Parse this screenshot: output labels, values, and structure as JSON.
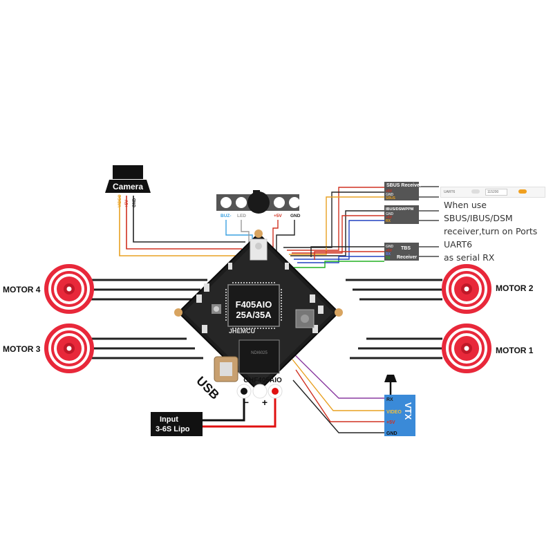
{
  "colors": {
    "video": "#e8a020",
    "plus5v": "#d03020",
    "gnd": "#222222",
    "buz": "#3aa0e0",
    "led": "#9a9a9a",
    "rx_purple": "#8a3aa0",
    "tbs_blue": "#2040c0",
    "green": "#20b020",
    "motor_red": "#e8283a",
    "vtx_blue": "#3a8ad8",
    "lipo_red": "#e01010"
  },
  "camera": {
    "label": "Camera",
    "pins": [
      "VIDEO",
      "+5V",
      "GND"
    ]
  },
  "buzzer_led": {
    "pins": [
      "BUZ-",
      "LED",
      "+5V",
      "GND"
    ]
  },
  "board": {
    "title_line1": "F405AIO",
    "title_line2": "25A/35A",
    "brand": "JHEMCU",
    "model": "GHF405AIO",
    "chip_text": "NDI6025"
  },
  "motors": {
    "m1": "MOTOR 1",
    "m2": "MOTOR 2",
    "m3": "MOTOR 3",
    "m4": "MOTOR 4"
  },
  "usb": "USB",
  "power": {
    "line1": "Input",
    "line2": "3-6S Lipo",
    "minus": "−",
    "plus": "+"
  },
  "receivers": {
    "sbus": {
      "title": "SBUS Receiver",
      "pins": [
        "+5V",
        "GND",
        "SBUS"
      ]
    },
    "ibus": {
      "title": "IBUS/DSM/PPM",
      "pins": [
        "GND",
        "+5V",
        "RX"
      ]
    },
    "tbs": {
      "title_top": "TBS",
      "title_bottom": "Receiver",
      "pins": [
        "GND",
        "+5V",
        "RX",
        "TX"
      ]
    }
  },
  "uart_ui": {
    "port": "UART6",
    "baud": "115200"
  },
  "note": {
    "line1": "When use SBUS/IBUS/DSM",
    "line2": "receiver,turn on Ports UART6",
    "line3": "as serial RX"
  },
  "vtx": {
    "label": "VTX",
    "pins": [
      "RX",
      "VIDEO",
      "+5V",
      "GND"
    ]
  }
}
